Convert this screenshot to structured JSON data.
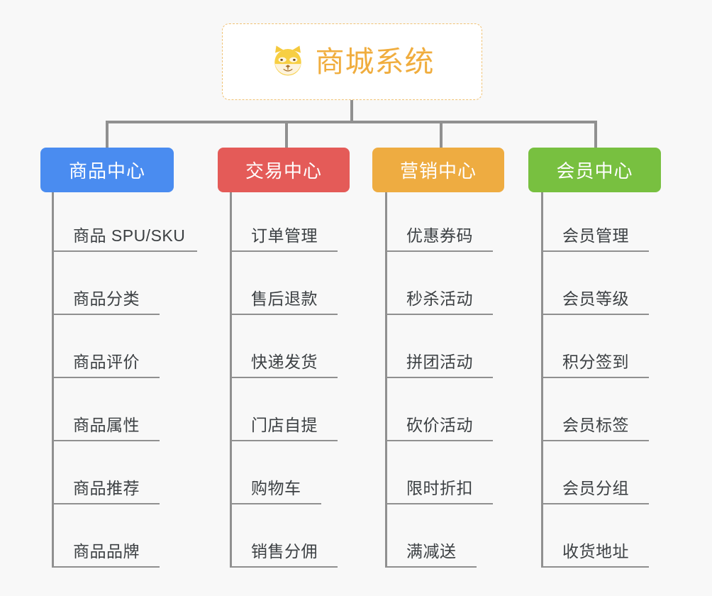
{
  "background_color": "#f8f8f8",
  "root": {
    "title": "商城系统",
    "icon": "shiba-dog-icon",
    "text_color": "#f0ad3e",
    "border_color": "#f0c274",
    "background": "#ffffff"
  },
  "connector_color": "#909090",
  "branches": [
    {
      "label": "商品中心",
      "color": "#4a8cf0",
      "items": [
        "商品 SPU/SKU",
        "商品分类",
        "商品评价",
        "商品属性",
        "商品推荐",
        "商品品牌"
      ]
    },
    {
      "label": "交易中心",
      "color": "#e45b58",
      "items": [
        "订单管理",
        "售后退款",
        "快递发货",
        "门店自提",
        "购物车",
        "销售分佣"
      ]
    },
    {
      "label": "营销中心",
      "color": "#eeac41",
      "items": [
        "优惠券码",
        "秒杀活动",
        "拼团活动",
        "砍价活动",
        "限时折扣",
        "满减送"
      ]
    },
    {
      "label": "会员中心",
      "color": "#78c040",
      "items": [
        "会员管理",
        "会员等级",
        "积分签到",
        "会员标签",
        "会员分组",
        "收货地址"
      ]
    }
  ]
}
